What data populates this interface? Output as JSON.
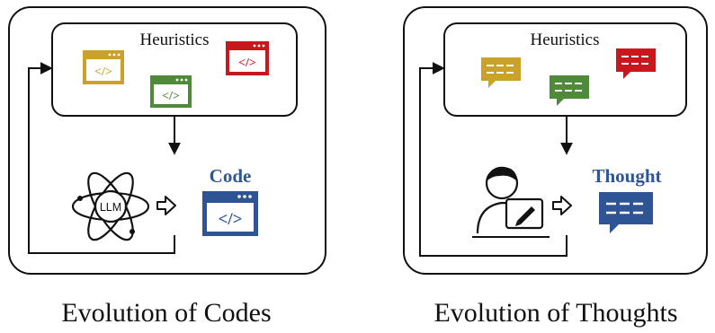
{
  "left_panel": {
    "heuristics_title": "Heuristics",
    "llm_label": "LLM",
    "output_label": "Code",
    "caption": "Evolution of Codes"
  },
  "right_panel": {
    "heuristics_title": "Heuristics",
    "output_label": "Thought",
    "caption": "Evolution of Thoughts"
  },
  "icons": {
    "code_glyph": "</>",
    "code_window_icon": "code-window-icon",
    "thought_bubble_icon": "speech-bubble-icon",
    "llm_atom_icon": "atom-icon",
    "person_laptop_icon": "person-at-laptop-icon",
    "hollow_arrow_icon": "hollow-right-arrow-icon"
  },
  "colors": {
    "gold": "#c9a227",
    "green": "#4f8a3a",
    "red": "#c8171d",
    "blue": "#2e5496",
    "outline": "#111111",
    "label_blue": "#2f5597"
  }
}
